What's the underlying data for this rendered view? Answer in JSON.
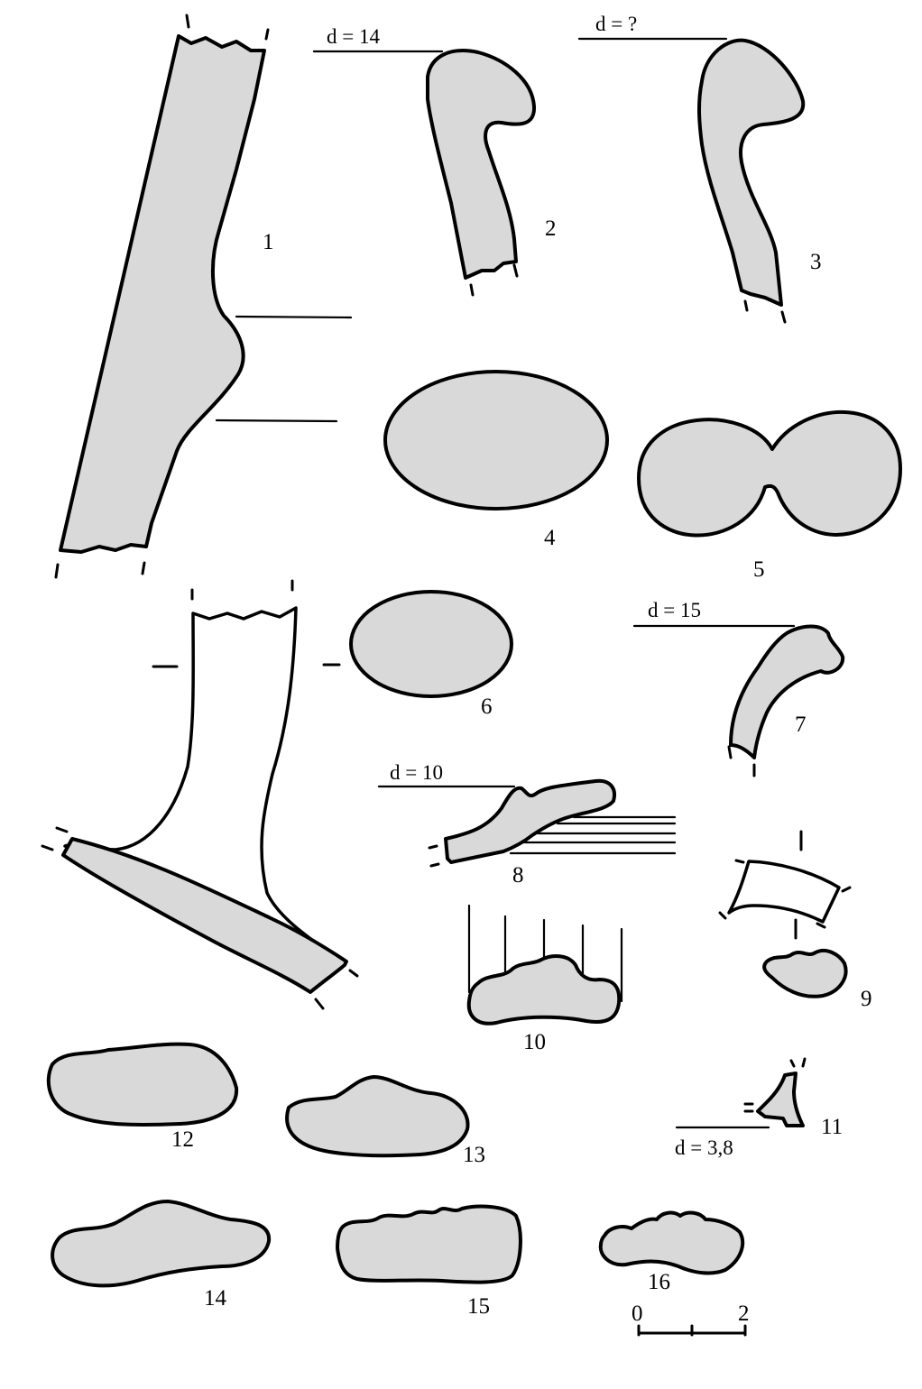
{
  "figure_labels": {
    "f1": "1",
    "f2": "2",
    "f3": "3",
    "f4": "4",
    "f5": "5",
    "f6": "6",
    "f7": "7",
    "f8": "8",
    "f9": "9",
    "f10": "10",
    "f11": "11",
    "f12": "12",
    "f13": "13",
    "f14": "14",
    "f15": "15",
    "f16": "16"
  },
  "diameters": {
    "f2": "d = 14",
    "f3": "d = ?",
    "f7": "d = 15",
    "f8": "d = 10",
    "f11": "d = 3,8"
  },
  "scale_bar": {
    "start": "0",
    "end": "2"
  },
  "colors": {
    "fill": "#d9d9d9",
    "outline": "#000000",
    "background": "#ffffff"
  }
}
